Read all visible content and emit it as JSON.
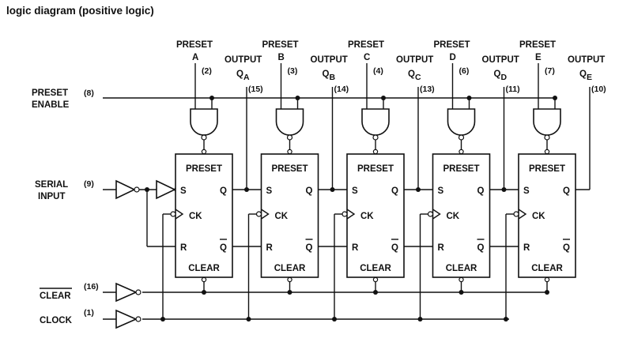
{
  "title": "logic diagram (positive logic)",
  "stages": [
    {
      "preset_label": "PRESET",
      "preset_letter": "A",
      "preset_pin": "(2)",
      "output_label": "OUTPUT",
      "output_q": "Q",
      "output_sub": "A",
      "output_pin": "(15)"
    },
    {
      "preset_label": "PRESET",
      "preset_letter": "B",
      "preset_pin": "(3)",
      "output_label": "OUTPUT",
      "output_q": "Q",
      "output_sub": "B",
      "output_pin": "(14)"
    },
    {
      "preset_label": "PRESET",
      "preset_letter": "C",
      "preset_pin": "(4)",
      "output_label": "OUTPUT",
      "output_q": "Q",
      "output_sub": "C",
      "output_pin": "(13)"
    },
    {
      "preset_label": "PRESET",
      "preset_letter": "D",
      "preset_pin": "(6)",
      "output_label": "OUTPUT",
      "output_q": "Q",
      "output_sub": "D",
      "output_pin": "(11)"
    },
    {
      "preset_label": "PRESET",
      "preset_letter": "E",
      "preset_pin": "(7)",
      "output_label": "OUTPUT",
      "output_q": "Q",
      "output_sub": "E",
      "output_pin": "(10)"
    }
  ],
  "ff": {
    "preset": "PRESET",
    "clear": "CLEAR",
    "s": "S",
    "q": "Q",
    "ck": "CK",
    "r": "R",
    "qbar": "Q"
  },
  "inputs": {
    "preset_enable_1": "PRESET",
    "preset_enable_2": "ENABLE",
    "preset_enable_pin": "(8)",
    "serial_1": "SERIAL",
    "serial_2": "INPUT",
    "serial_pin": "(9)",
    "clear": "CLEAR",
    "clear_pin": "(16)",
    "clock": "CLOCK",
    "clock_pin": "(1)"
  }
}
